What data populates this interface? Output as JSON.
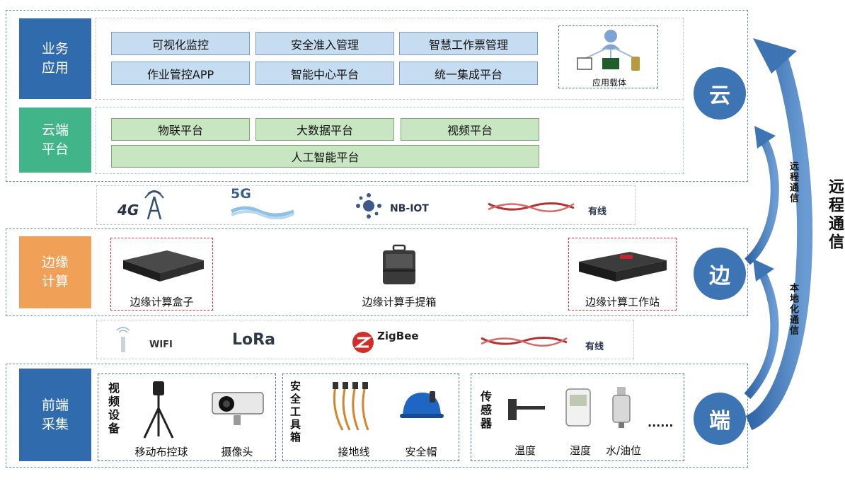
{
  "layers": {
    "business": {
      "label": "业务\n应用",
      "color": "#2f6bad"
    },
    "cloud": {
      "label": "云端\n平台",
      "color": "#41b48a"
    },
    "edge": {
      "label": "边缘\n计算",
      "color": "#f0a157"
    },
    "front": {
      "label": "前端\n采集",
      "color": "#2f6bad"
    }
  },
  "business_apps": [
    "可视化监控",
    "安全准入管理",
    "智慧工作票管理",
    "作业管控APP",
    "智能中心平台",
    "统一集成平台"
  ],
  "app_carrier": "应用载体",
  "cloud_platforms": [
    "物联平台",
    "大数据平台",
    "视频平台",
    "人工智能平台"
  ],
  "remote_net": {
    "g4": "4G",
    "g5": "5G",
    "nbiot": "NB-IOT",
    "wired": "有线"
  },
  "edge_devices": [
    "边缘计算盒子",
    "边缘计算手提箱",
    "边缘计算工作站"
  ],
  "local_net": {
    "wifi": "WIFI",
    "lora": "LoRa",
    "zigbee": "ZigBee",
    "wired": "有线"
  },
  "front": {
    "video": {
      "title": "视频设备",
      "items": [
        "移动布控球",
        "摄像头"
      ]
    },
    "tools": {
      "title": "安全工具箱",
      "items": [
        "接地线",
        "安全帽"
      ]
    },
    "sensors": {
      "title": "传感器",
      "items": [
        "温度",
        "湿度",
        "水/油位"
      ],
      "more": "......"
    }
  },
  "circles": {
    "cloud": "云",
    "edge": "边",
    "end": "端"
  },
  "comm": {
    "remote_small": "远程通信",
    "local": "本地化通信",
    "remote_big": "远程通信"
  },
  "colors": {
    "arrow": "#4a7fbf",
    "circle": "#3d74b4",
    "accent_red": "#e0303a"
  }
}
